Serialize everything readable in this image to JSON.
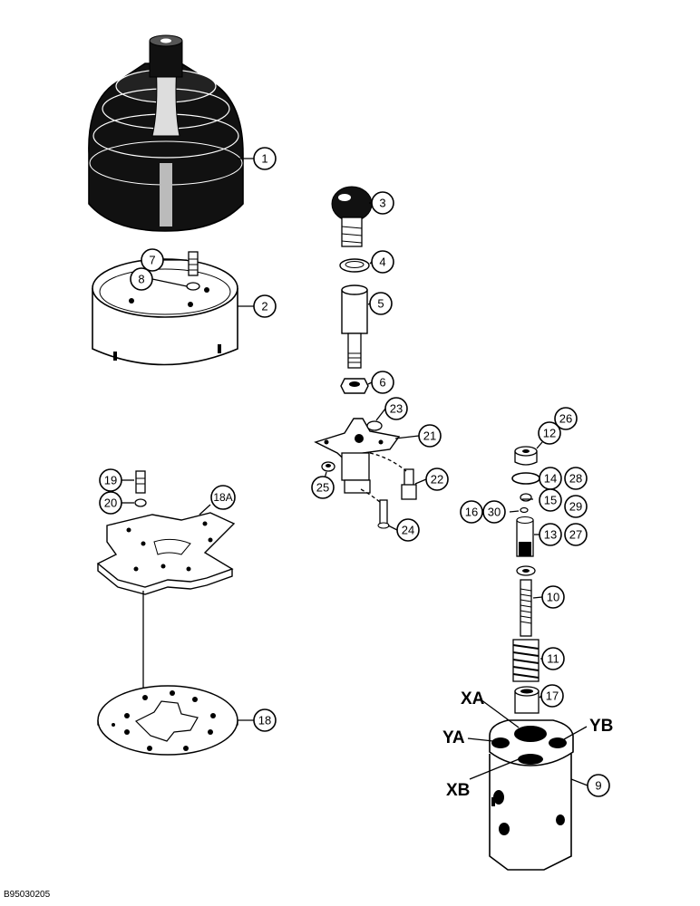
{
  "figure": {
    "footer_code": "B95030205"
  },
  "callouts": {
    "c1": "1",
    "c2": "2",
    "c3": "3",
    "c4": "4",
    "c5": "5",
    "c6": "6",
    "c7": "7",
    "c8": "8",
    "c9": "9",
    "c10": "10",
    "c11": "11",
    "c12": "12",
    "c13": "13",
    "c14": "14",
    "c15": "15",
    "c16": "16",
    "c17": "17",
    "c18": "18",
    "c18a": "18A",
    "c19": "19",
    "c20": "20",
    "c21": "21",
    "c22": "22",
    "c23": "23",
    "c24": "24",
    "c25": "25",
    "c26": "26",
    "c27": "27",
    "c28": "28",
    "c29": "29",
    "c30": "30"
  },
  "ports": {
    "xa": "XA",
    "xb": "XB",
    "ya": "YA",
    "yb": "YB"
  }
}
